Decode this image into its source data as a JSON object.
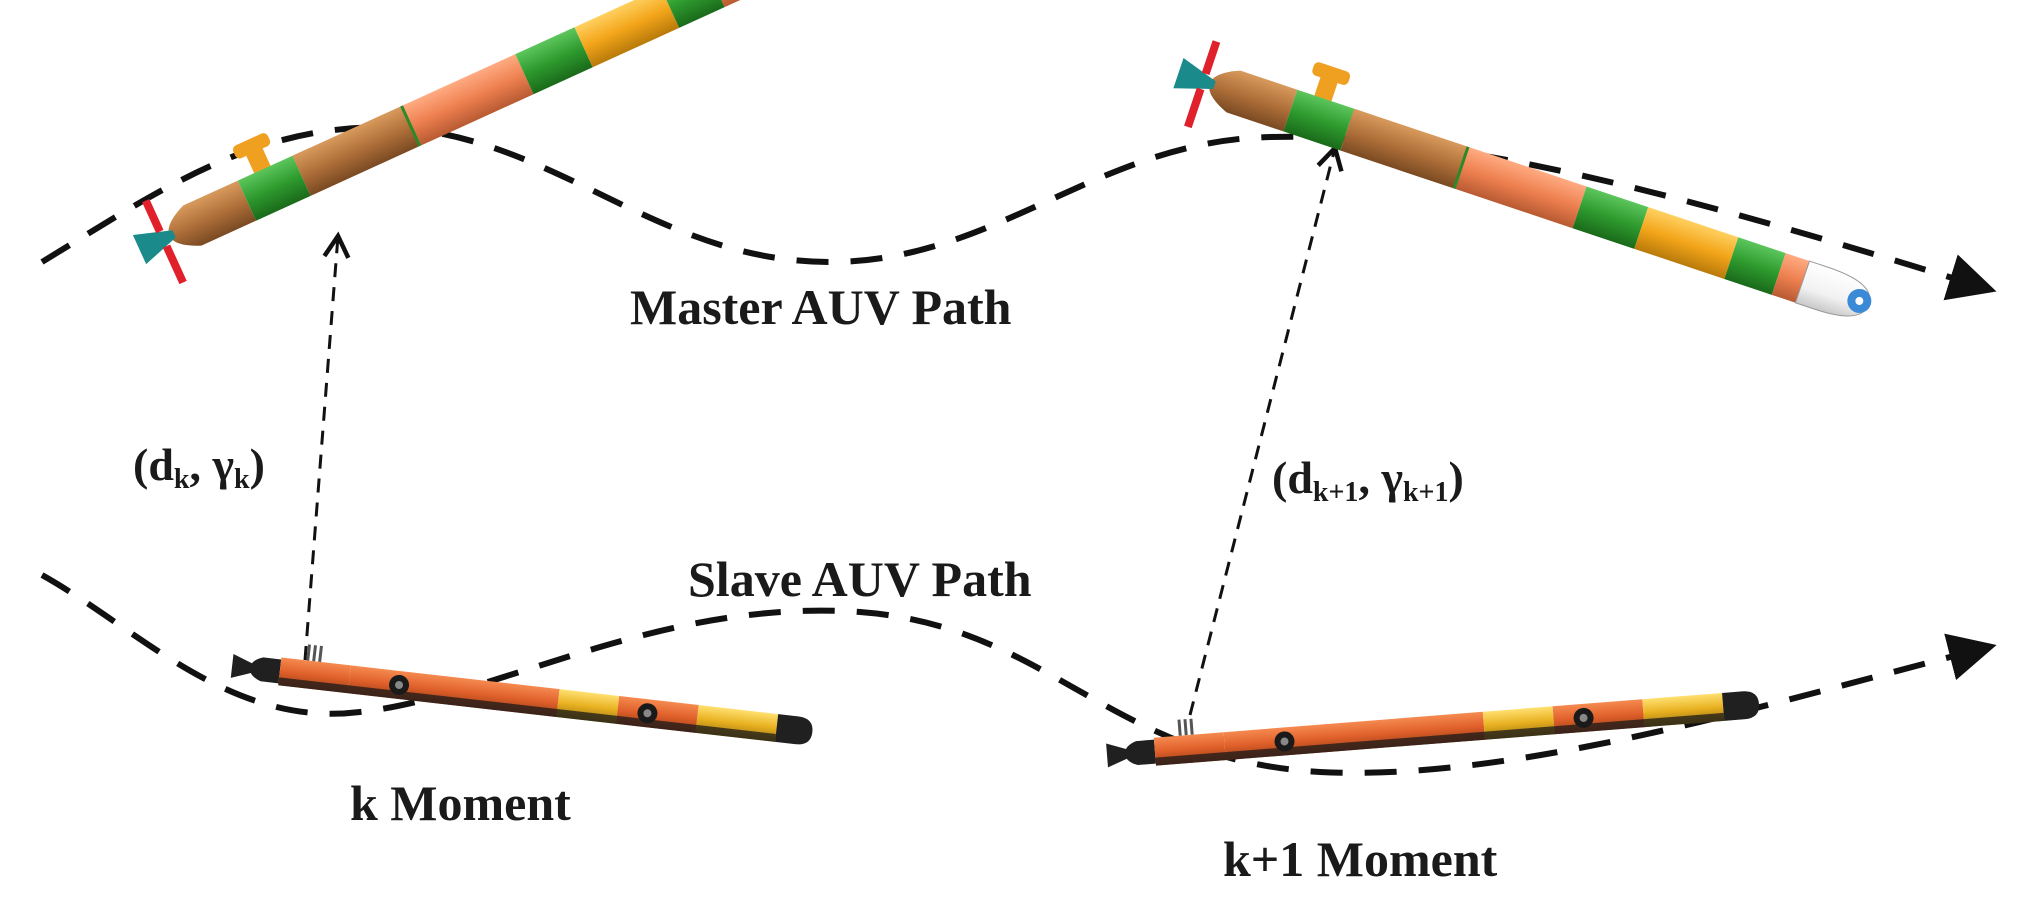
{
  "labels": {
    "master_path": "Master AUV Path",
    "slave_path": "Slave AUV Path",
    "k_moment": "k Moment",
    "k1_moment": "k+1 Moment"
  },
  "measure_k": {
    "open": "(d",
    "d_sub": "k",
    "sep": ", γ",
    "g_sub": "k",
    "close": ")"
  },
  "measure_k1": {
    "open": "(d",
    "d_sub": "k+1",
    "sep": ", γ",
    "g_sub": "k+1",
    "close": ")"
  },
  "colors": {
    "path": "#111111",
    "master_brown": "#b0703a",
    "master_green": "#2e9a2e",
    "master_salmon": "#ee8050",
    "master_yellow": "#f3a51a",
    "master_nose": "#ffffff",
    "fin_red": "#e0202a",
    "slave_orange": "#e0602a",
    "slave_yellow": "#e8b020",
    "slave_dark": "#202020"
  }
}
